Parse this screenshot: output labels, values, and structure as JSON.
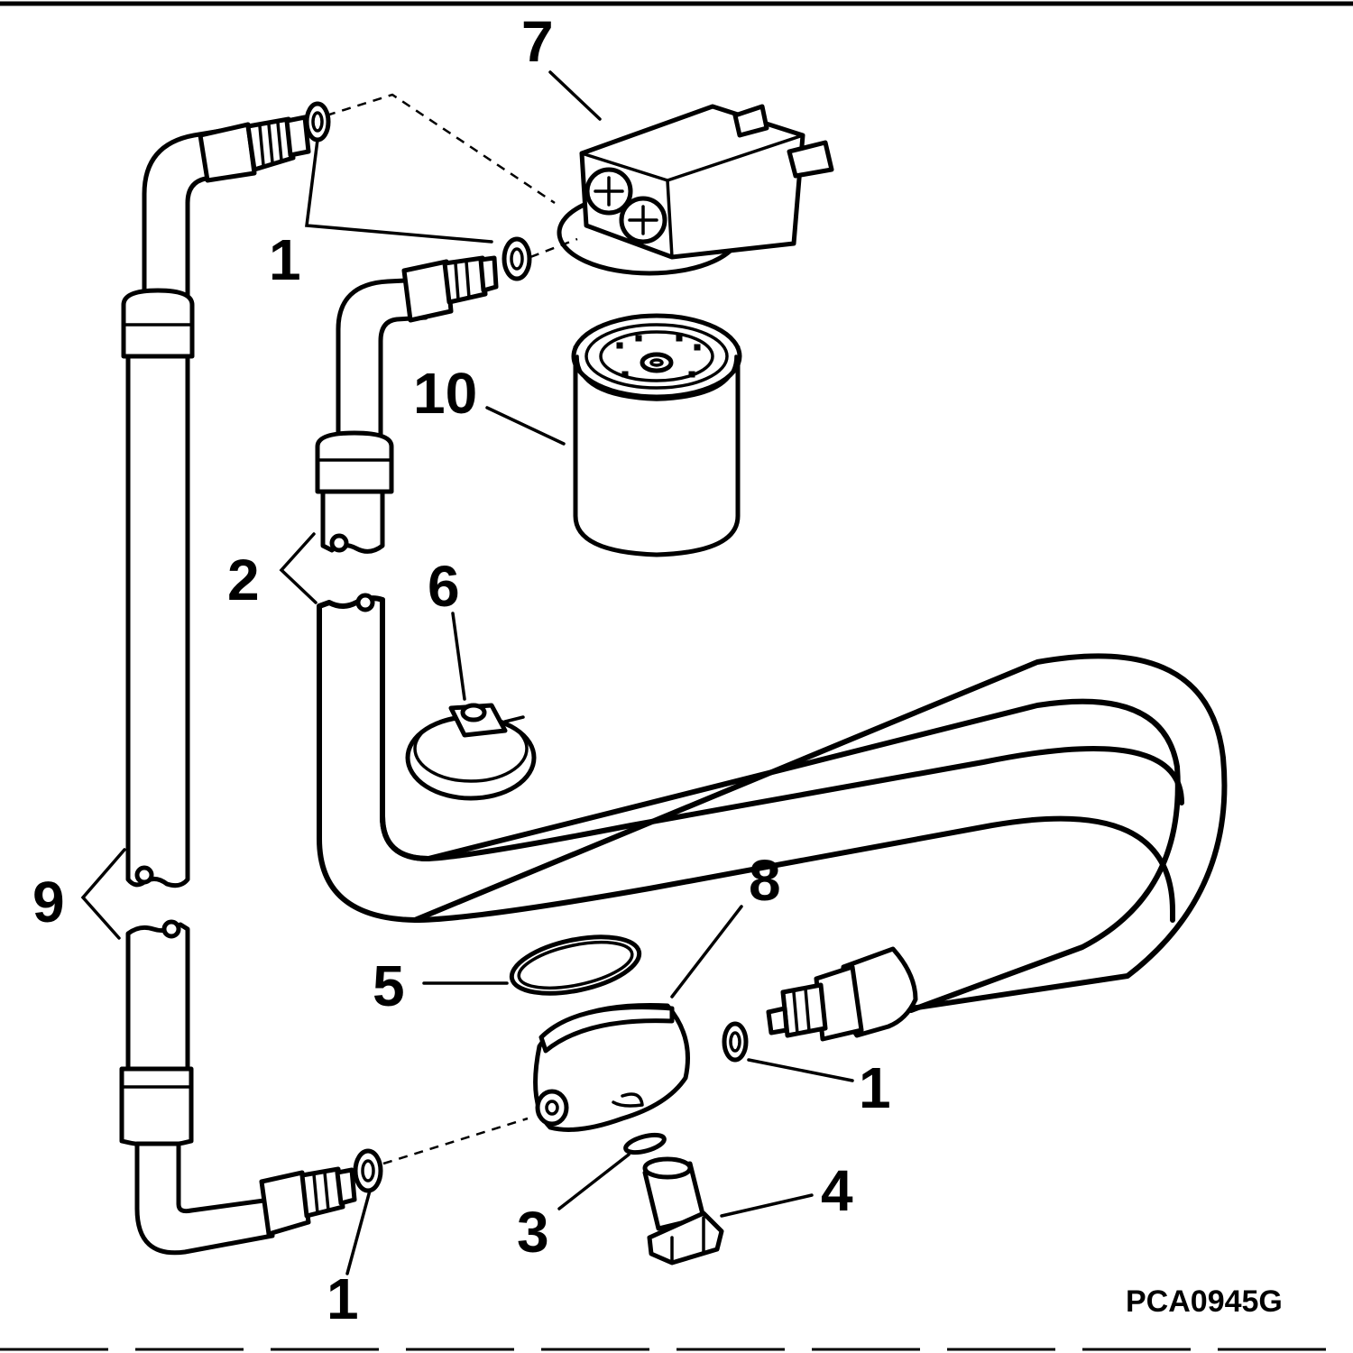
{
  "callouts": {
    "c7": "7",
    "c1_top": "1",
    "c10": "10",
    "c2": "2",
    "c6": "6",
    "c9": "9",
    "c8": "8",
    "c5": "5",
    "c1_right": "1",
    "c4": "4",
    "c3": "3",
    "c1_bottom": "1"
  },
  "figure_ref": "PCA0945G"
}
